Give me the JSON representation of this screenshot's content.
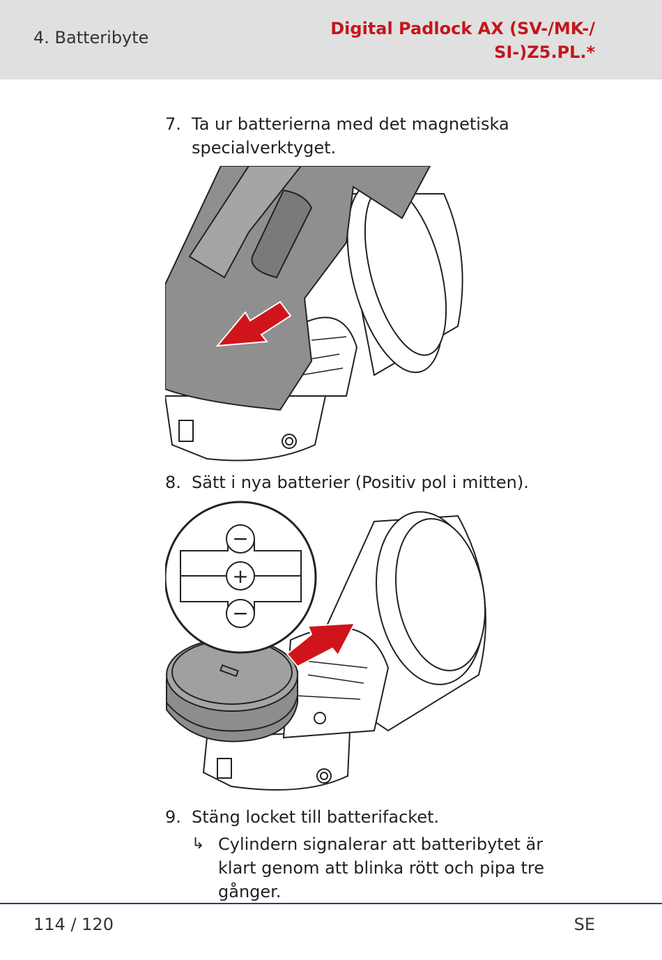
{
  "header": {
    "section": "4. Batteribyte",
    "title_line1": "Digital Padlock AX (SV-/MK-/",
    "title_line2": "SI-)Z5.PL.*"
  },
  "steps": [
    {
      "num": "7.",
      "text": "Ta ur batterierna med det magnetiska specialverktyget."
    },
    {
      "num": "8.",
      "text": "Sätt i nya batterier (Positiv pol i mitten)."
    },
    {
      "num": "9.",
      "text": "Stäng locket till batterifacket."
    }
  ],
  "result": {
    "arrow": "↳",
    "text": "Cylindern signalerar att batteribytet är klart genom att blinka rött och pipa tre gånger."
  },
  "figure2": {
    "symbols": [
      "−",
      "+",
      "−"
    ]
  },
  "footer": {
    "page": "114 / 120",
    "lang": "SE"
  },
  "colors": {
    "accent_red": "#c4161c",
    "header_bg": "#e0e0e0",
    "footer_line": "#2c3e6b"
  }
}
